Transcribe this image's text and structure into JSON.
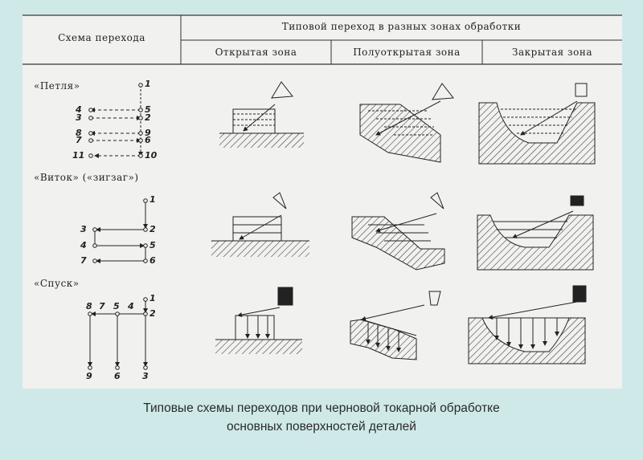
{
  "table": {
    "col_scheme": "Схема перехода",
    "col_typical": "Типовой переход в разных зонах обработки",
    "zones": [
      "Открытая зона",
      "Полуоткрытая зона",
      "Закрытая зона"
    ]
  },
  "rows": [
    {
      "label": "«Петля»",
      "numbers": [
        "1",
        "4",
        "5",
        "3",
        "2",
        "8",
        "9",
        "7",
        "6",
        "11",
        "10"
      ]
    },
    {
      "label": "«Виток» («зигзаг»)",
      "numbers": [
        "1",
        "3",
        "2",
        "4",
        "5",
        "7",
        "6"
      ]
    },
    {
      "label": "«Спуск»",
      "numbers": [
        "1",
        "8",
        "7",
        "5",
        "4",
        "2",
        "9",
        "6",
        "3"
      ]
    }
  ],
  "caption": {
    "line1": "Типовые схемы переходов при черновой токарной обработке",
    "line2": "основных поверхностей деталей"
  }
}
